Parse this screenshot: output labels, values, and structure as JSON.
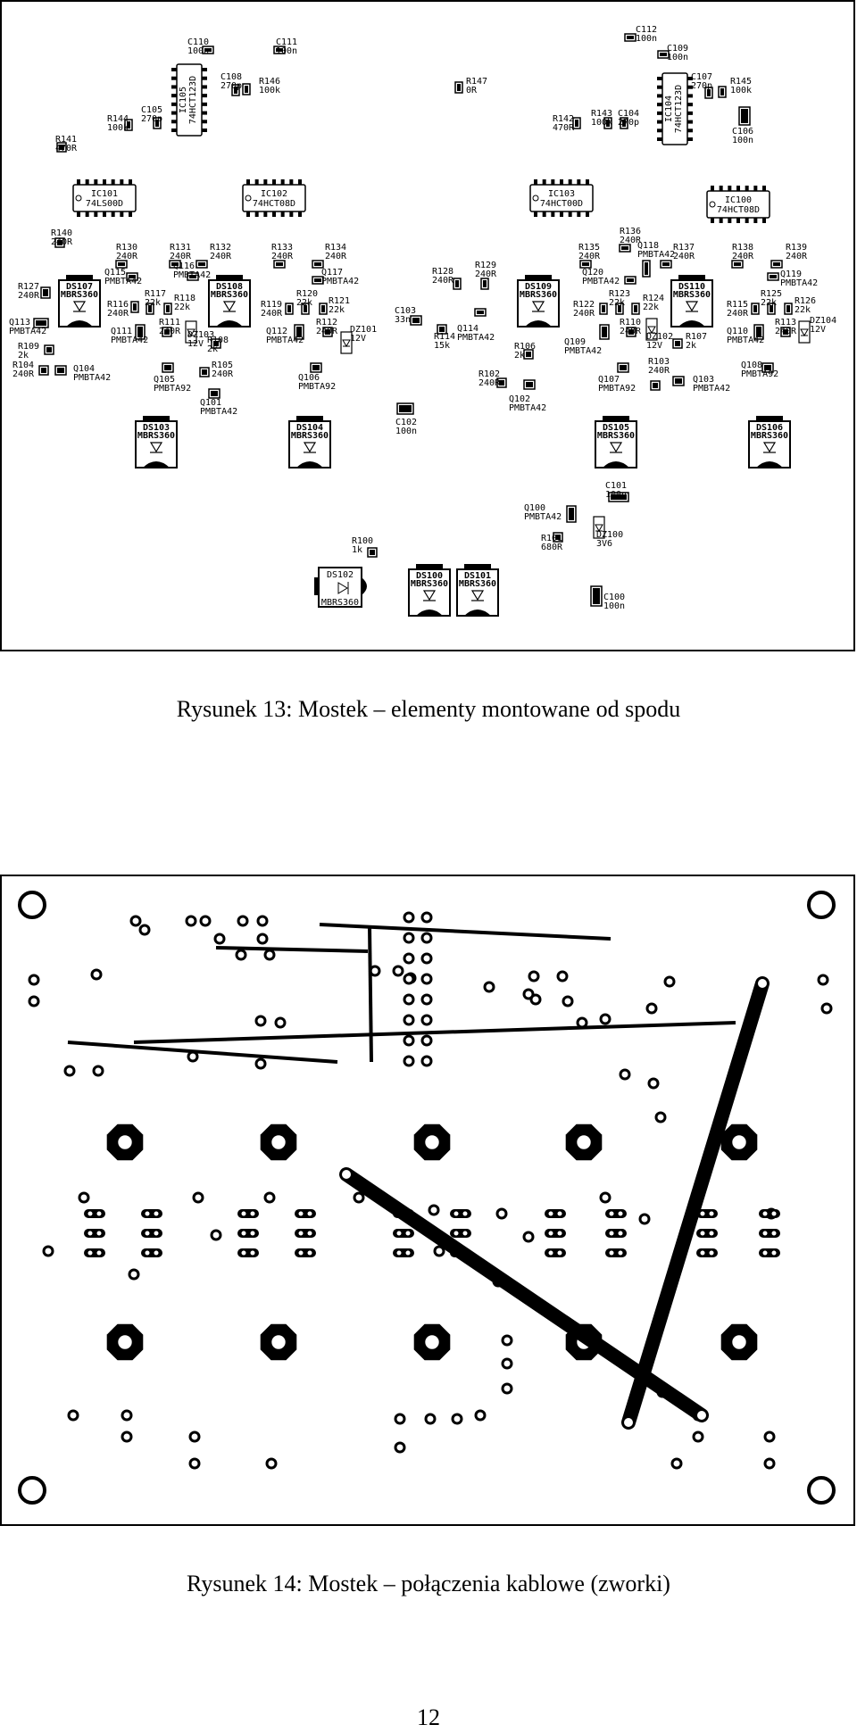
{
  "figure13": {
    "caption": "Rysunek 13: Mostek – elementy montowane od spodu",
    "components": [
      {
        "ref": "C110",
        "value": "100n"
      },
      {
        "ref": "C111",
        "value": "100n"
      },
      {
        "ref": "C108",
        "value": "270p"
      },
      {
        "ref": "R146",
        "value": "100k"
      },
      {
        "ref": "IC105",
        "value": "74HCT123D"
      },
      {
        "ref": "C105",
        "value": "270p"
      },
      {
        "ref": "R144",
        "value": "100k"
      },
      {
        "ref": "R141",
        "value": "470R"
      },
      {
        "ref": "IC101",
        "value": "74LS00D"
      },
      {
        "ref": "IC102",
        "value": "74HCT08D"
      },
      {
        "ref": "R147",
        "value": "0R"
      },
      {
        "ref": "C112",
        "value": "100n"
      },
      {
        "ref": "C109",
        "value": "100n"
      },
      {
        "ref": "C107",
        "value": "270p"
      },
      {
        "ref": "R145",
        "value": "100k"
      },
      {
        "ref": "IC104",
        "value": "74HCT123D"
      },
      {
        "ref": "R142",
        "value": "470R"
      },
      {
        "ref": "R143",
        "value": "100k"
      },
      {
        "ref": "C104",
        "value": "270p"
      },
      {
        "ref": "C106",
        "value": "100n"
      },
      {
        "ref": "IC103",
        "value": "74HCT00D"
      },
      {
        "ref": "IC100",
        "value": "74HCT08D"
      },
      {
        "ref": "R140",
        "value": "240R"
      },
      {
        "ref": "R130",
        "value": "240R"
      },
      {
        "ref": "R131",
        "value": "240R"
      },
      {
        "ref": "R132",
        "value": "240R"
      },
      {
        "ref": "R133",
        "value": "240R"
      },
      {
        "ref": "R134",
        "value": "240R"
      },
      {
        "ref": "R135",
        "value": "240R"
      },
      {
        "ref": "R136",
        "value": "240R"
      },
      {
        "ref": "R137",
        "value": "240R"
      },
      {
        "ref": "R138",
        "value": "240R"
      },
      {
        "ref": "R139",
        "value": "240R"
      },
      {
        "ref": "DS107",
        "value": "MBRS360"
      },
      {
        "ref": "DS108",
        "value": "MBRS360"
      },
      {
        "ref": "DS109",
        "value": "MBRS360"
      },
      {
        "ref": "DS110",
        "value": "MBRS360"
      },
      {
        "ref": "R127",
        "value": "240R"
      },
      {
        "ref": "Q115",
        "value": "PMBTA42"
      },
      {
        "ref": "Q116",
        "value": "PMBTA42"
      },
      {
        "ref": "Q117",
        "value": "PMBTA42"
      },
      {
        "ref": "Q118",
        "value": "PMBTA42"
      },
      {
        "ref": "Q119",
        "value": "PMBTA42"
      },
      {
        "ref": "Q120",
        "value": "PMBTA42"
      },
      {
        "ref": "R128",
        "value": "240R"
      },
      {
        "ref": "R129",
        "value": "240R"
      },
      {
        "ref": "R116",
        "value": "240R"
      },
      {
        "ref": "R117",
        "value": "22k"
      },
      {
        "ref": "R118",
        "value": "22k"
      },
      {
        "ref": "R119",
        "value": "240R"
      },
      {
        "ref": "R120",
        "value": "22k"
      },
      {
        "ref": "R121",
        "value": "22k"
      },
      {
        "ref": "R122",
        "value": "240R"
      },
      {
        "ref": "R123",
        "value": "22k"
      },
      {
        "ref": "R124",
        "value": "22k"
      },
      {
        "ref": "R115",
        "value": "240R"
      },
      {
        "ref": "R125",
        "value": "22k"
      },
      {
        "ref": "R126",
        "value": "22k"
      },
      {
        "ref": "Q113",
        "value": "PMBTA42"
      },
      {
        "ref": "R109",
        "value": "2k"
      },
      {
        "ref": "Q111",
        "value": "PMBTA42"
      },
      {
        "ref": "R111",
        "value": "240R"
      },
      {
        "ref": "DZ103",
        "value": "12V"
      },
      {
        "ref": "R108",
        "value": "2k"
      },
      {
        "ref": "Q112",
        "value": "PMBTA42"
      },
      {
        "ref": "R112",
        "value": "240R"
      },
      {
        "ref": "DZ101",
        "value": "12V"
      },
      {
        "ref": "C103",
        "value": "33n"
      },
      {
        "ref": "R114",
        "value": "15k"
      },
      {
        "ref": "Q114",
        "value": "PMBTA42"
      },
      {
        "ref": "R106",
        "value": "2k"
      },
      {
        "ref": "Q109",
        "value": "PMBTA42"
      },
      {
        "ref": "R110",
        "value": "240R"
      },
      {
        "ref": "DZ102",
        "value": "12V"
      },
      {
        "ref": "R107",
        "value": "2k"
      },
      {
        "ref": "Q110",
        "value": "PMBTA42"
      },
      {
        "ref": "R113",
        "value": "240R"
      },
      {
        "ref": "DZ104",
        "value": "12V"
      },
      {
        "ref": "R104",
        "value": "240R"
      },
      {
        "ref": "Q104",
        "value": "PMBTA42"
      },
      {
        "ref": "Q105",
        "value": "PMBTA92"
      },
      {
        "ref": "R105",
        "value": "240R"
      },
      {
        "ref": "Q101",
        "value": "PMBTA42"
      },
      {
        "ref": "Q106",
        "value": "PMBTA92"
      },
      {
        "ref": "C102",
        "value": "100n"
      },
      {
        "ref": "R102",
        "value": "240R"
      },
      {
        "ref": "Q102",
        "value": "PMBTA42"
      },
      {
        "ref": "Q107",
        "value": "PMBTA92"
      },
      {
        "ref": "R103",
        "value": "240R"
      },
      {
        "ref": "Q103",
        "value": "PMBTA42"
      },
      {
        "ref": "Q108",
        "value": "PMBTA92"
      },
      {
        "ref": "DS103",
        "value": "MBRS360"
      },
      {
        "ref": "DS104",
        "value": "MBRS360"
      },
      {
        "ref": "DS105",
        "value": "MBRS360"
      },
      {
        "ref": "DS106",
        "value": "MBRS360"
      },
      {
        "ref": "C101",
        "value": "100n"
      },
      {
        "ref": "Q100",
        "value": "PMBTA42"
      },
      {
        "ref": "DZ100",
        "value": "3V6"
      },
      {
        "ref": "R101",
        "value": "680R"
      },
      {
        "ref": "R100",
        "value": "1k"
      },
      {
        "ref": "DS102",
        "value": "MBRS360"
      },
      {
        "ref": "DS100",
        "value": "MBRS360"
      },
      {
        "ref": "DS101",
        "value": "MBRS360"
      },
      {
        "ref": "C100",
        "value": "100n"
      }
    ]
  },
  "figure14": {
    "caption": "Rysunek 14: Mostek – połączenia kablowe (zworki)"
  },
  "page_number": "12"
}
